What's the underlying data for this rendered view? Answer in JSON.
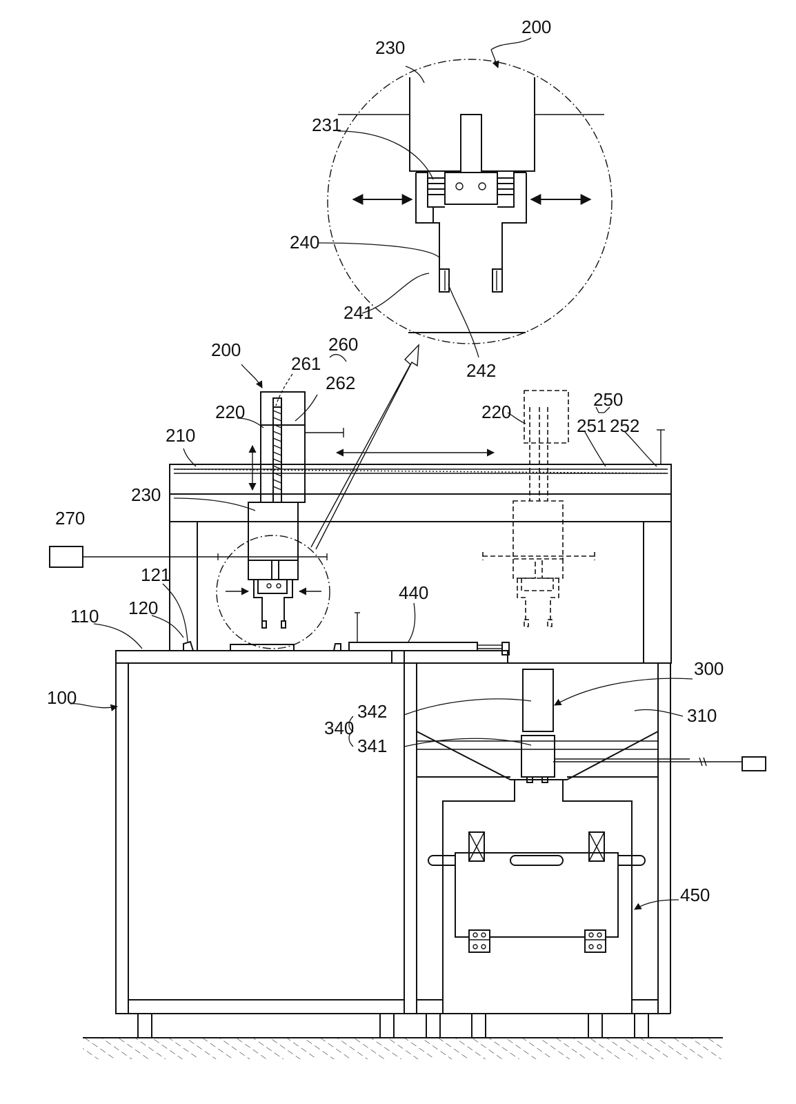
{
  "figure": {
    "labels": {
      "l200_top": "200",
      "l230_top": "230",
      "l231": "231",
      "l240": "240",
      "l241": "241",
      "l242": "242",
      "l200": "200",
      "l261": "261",
      "l260": "260",
      "l262": "262",
      "l220_left": "220",
      "l210": "210",
      "l230": "230",
      "l270": "270",
      "l121": "121",
      "l120": "120",
      "l110": "110",
      "l100": "100",
      "l440": "440",
      "l220_right": "220",
      "l250": "250",
      "l251": "251",
      "l252": "252",
      "l300": "300",
      "l342": "342",
      "l340": "340",
      "l341": "341",
      "l310": "310",
      "l450": "450"
    },
    "icons": [
      "arrow-head-icon",
      "cross-box-icon",
      "hinge-icon",
      "ground-hatch-icon"
    ]
  }
}
